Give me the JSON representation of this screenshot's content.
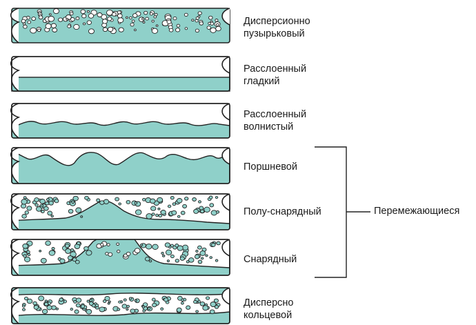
{
  "colors": {
    "liquid": "#8fd0c9",
    "gas": "#ffffff",
    "outline": "#222222"
  },
  "regimes": [
    {
      "line1": "Дисперсионно",
      "line2": "пузырьковый"
    },
    {
      "line1": "Расслоенный",
      "line2": "гладкий"
    },
    {
      "line1": "Расслоенный",
      "line2": "волнистый"
    },
    {
      "line1": "Поршневой",
      "line2": ""
    },
    {
      "line1": "Полу-снарядный",
      "line2": ""
    },
    {
      "line1": "Снарядный",
      "line2": ""
    },
    {
      "line1": "Дисперсно",
      "line2": "кольцевой"
    }
  ],
  "group_label": "Перемежающиеся"
}
